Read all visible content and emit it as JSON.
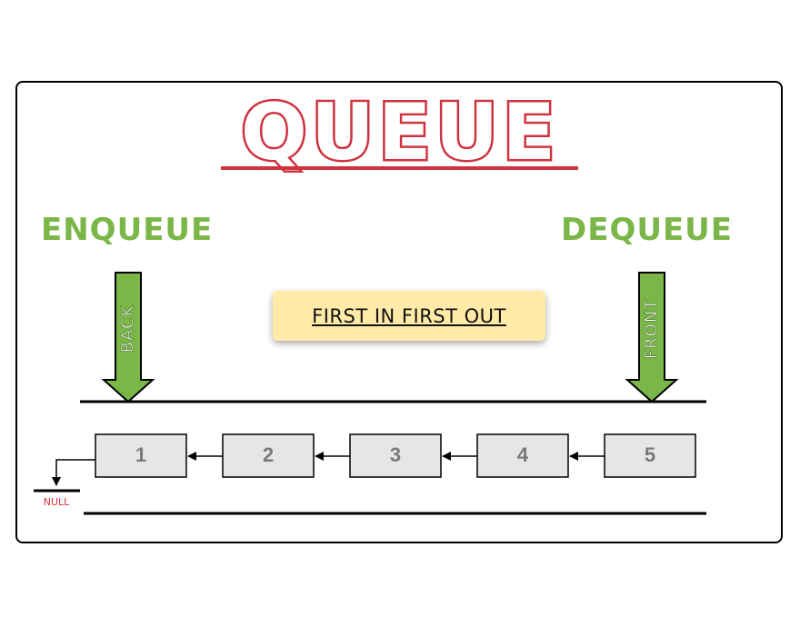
{
  "title": "QUEUE",
  "operations": {
    "enqueue": "ENQUEUE",
    "dequeue": "DEQUEUE",
    "back_label": "BACK",
    "front_label": "FRONT"
  },
  "principle": "FIRST IN FIRST OUT",
  "nodes": [
    "1",
    "2",
    "3",
    "4",
    "5"
  ],
  "null_label": "NULL",
  "colors": {
    "title": "#d0323e",
    "operation": "#7ab648",
    "arrow_fill": "#7ab648",
    "node_fill": "#e6e6e6",
    "node_text": "#7a7a7a",
    "principle_bg": "#ffeaa7",
    "null_text": "#d0323e"
  }
}
